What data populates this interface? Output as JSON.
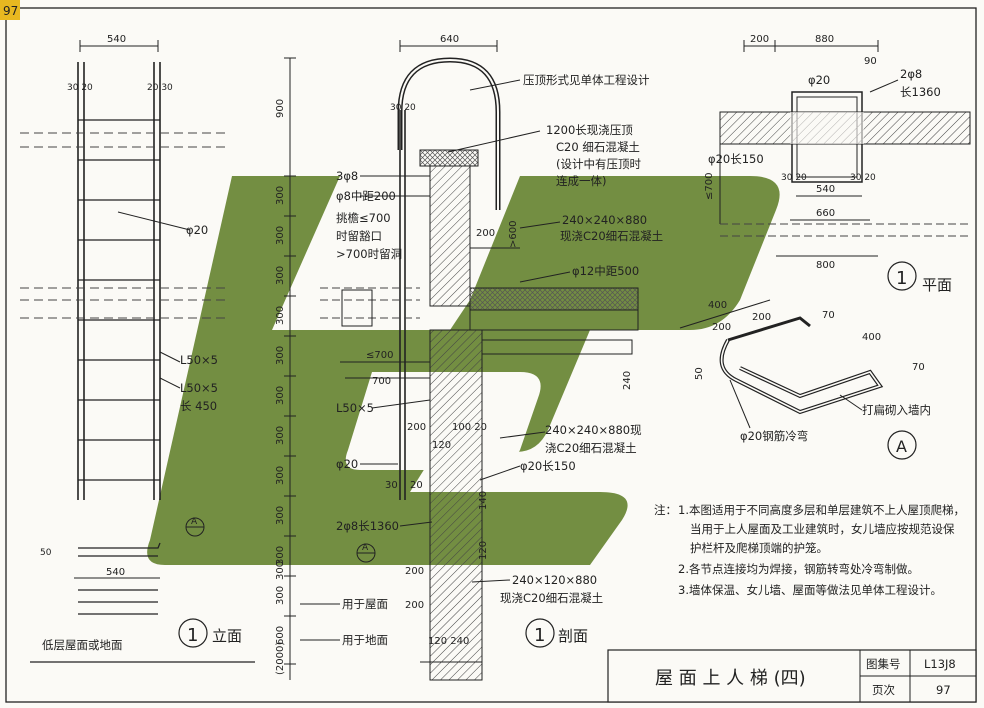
{
  "page_corner": "97",
  "colors": {
    "paper": "#fbfaf6",
    "ink": "#222222",
    "watermark": "#5a7a22",
    "hatch": "#444444"
  },
  "elevation": {
    "top_width": "540",
    "left_offset": "30 20",
    "right_offset": "20 30",
    "rung_label": "φ20",
    "angle1": "L50×5",
    "angle2": "L50×5",
    "angle2_len": "长 450",
    "detail_marker": "A",
    "dim_50": "50",
    "base_width": "540",
    "ground_label": "低层屋面或地面",
    "view_number": "1",
    "view_title": "立面"
  },
  "section": {
    "top_width": "640",
    "left_offset": "30 20",
    "dims_vertical": [
      "900",
      "300",
      "300",
      "300",
      "300",
      "300",
      "300",
      "300",
      "300",
      "300",
      "300",
      "300",
      "300",
      "600",
      "(2000)"
    ],
    "coping_note": "压顶形式见单体工程设计",
    "coping_spec_1": "1200长现浇压顶",
    "coping_spec_2": "C20 细石混凝土",
    "coping_spec_3": "(设计中有压顶时",
    "coping_spec_4": "连成一体)",
    "rebar_top": "3φ8",
    "rebar_dist": "φ8中距200",
    "eave_1": "挑檐≤700",
    "eave_2": "时留豁口",
    "eave_3": ">700时留洞",
    "dim_200": "200",
    "dim_gt600": ">600",
    "block_1": "240×240×880",
    "block_1b": "现浇C20细石混凝土",
    "rebar_12": "φ12中距500",
    "le700": "≤700",
    "dim_700": "700",
    "angle": "L50×5",
    "dim_240": "240",
    "dim_200b": "200",
    "dim_100_20": "100 20",
    "dim_120": "120",
    "block_2": "240×240×880现",
    "block_2b": "浇C20细石混凝土",
    "phi20": "φ20",
    "phi20_150": "φ20长150",
    "dim_30": "30",
    "dim_20": "20",
    "rebar_2": "2φ8长1360",
    "marker_a": "A",
    "dim_140": "140",
    "dim_120b": "120",
    "dim_200c": "200",
    "dim_200d": "200",
    "block_3": "240×120×880",
    "block_3b": "现浇C20细石混凝土",
    "roof_label": "用于屋面",
    "ground_label": "用于地面",
    "dim_120_240": "120  240",
    "view_number": "1",
    "view_title": "剖面"
  },
  "plan": {
    "dim_200": "200",
    "dim_880": "880",
    "dim_90": "90",
    "phi20": "φ20",
    "rebar_1": "2φ8",
    "rebar_1b": "长1360",
    "phi20_150": "φ20长150",
    "dim_le700": "≤700",
    "dim_30_20a": "30 20",
    "dim_30_20b": "30 20",
    "dim_540": "540",
    "dim_660": "660",
    "dim_800": "800",
    "view_number": "1",
    "view_title": "平面"
  },
  "detail_a": {
    "dim_400a": "400",
    "dim_200a": "200",
    "dim_200b": "200",
    "dim_70a": "70",
    "dim_400b": "400",
    "dim_70b": "70",
    "dim_50": "50",
    "label_bend": "φ20钢筋冷弯",
    "label_embed": "打扁砌入墙内",
    "marker": "A"
  },
  "notes": {
    "prefix": "注：",
    "line1": "1.本图适用于不同高度多层和单层建筑不上人屋顶爬梯，",
    "line2": "当用于上人屋面及工业建筑时，女儿墙应按规范设保",
    "line3": "护栏杆及爬梯顶端的护笼。",
    "line4": "2.各节点连接均为焊接，钢筋转弯处冷弯制做。",
    "line5": "3.墙体保温、女儿墙、屋面等做法见单体工程设计。"
  },
  "title_block": {
    "title": "屋 面 上 人 梯 (四)",
    "atlas_label": "图集号",
    "atlas_value": "L13J8",
    "page_label": "页次",
    "page_value": "97"
  }
}
